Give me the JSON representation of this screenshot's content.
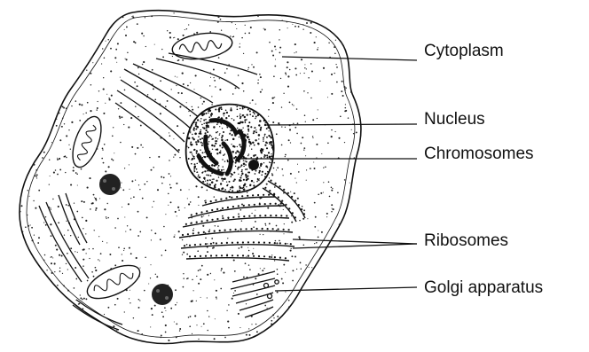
{
  "diagram": {
    "labels": {
      "cytoplasm": "Cytoplasm",
      "nucleus": "Nucleus",
      "chromosomes": "Chromosomes",
      "ribosomes": "Ribosomes",
      "golgi": "Golgi apparatus"
    },
    "colors": {
      "ink": "#111111",
      "background": "#ffffff"
    }
  }
}
